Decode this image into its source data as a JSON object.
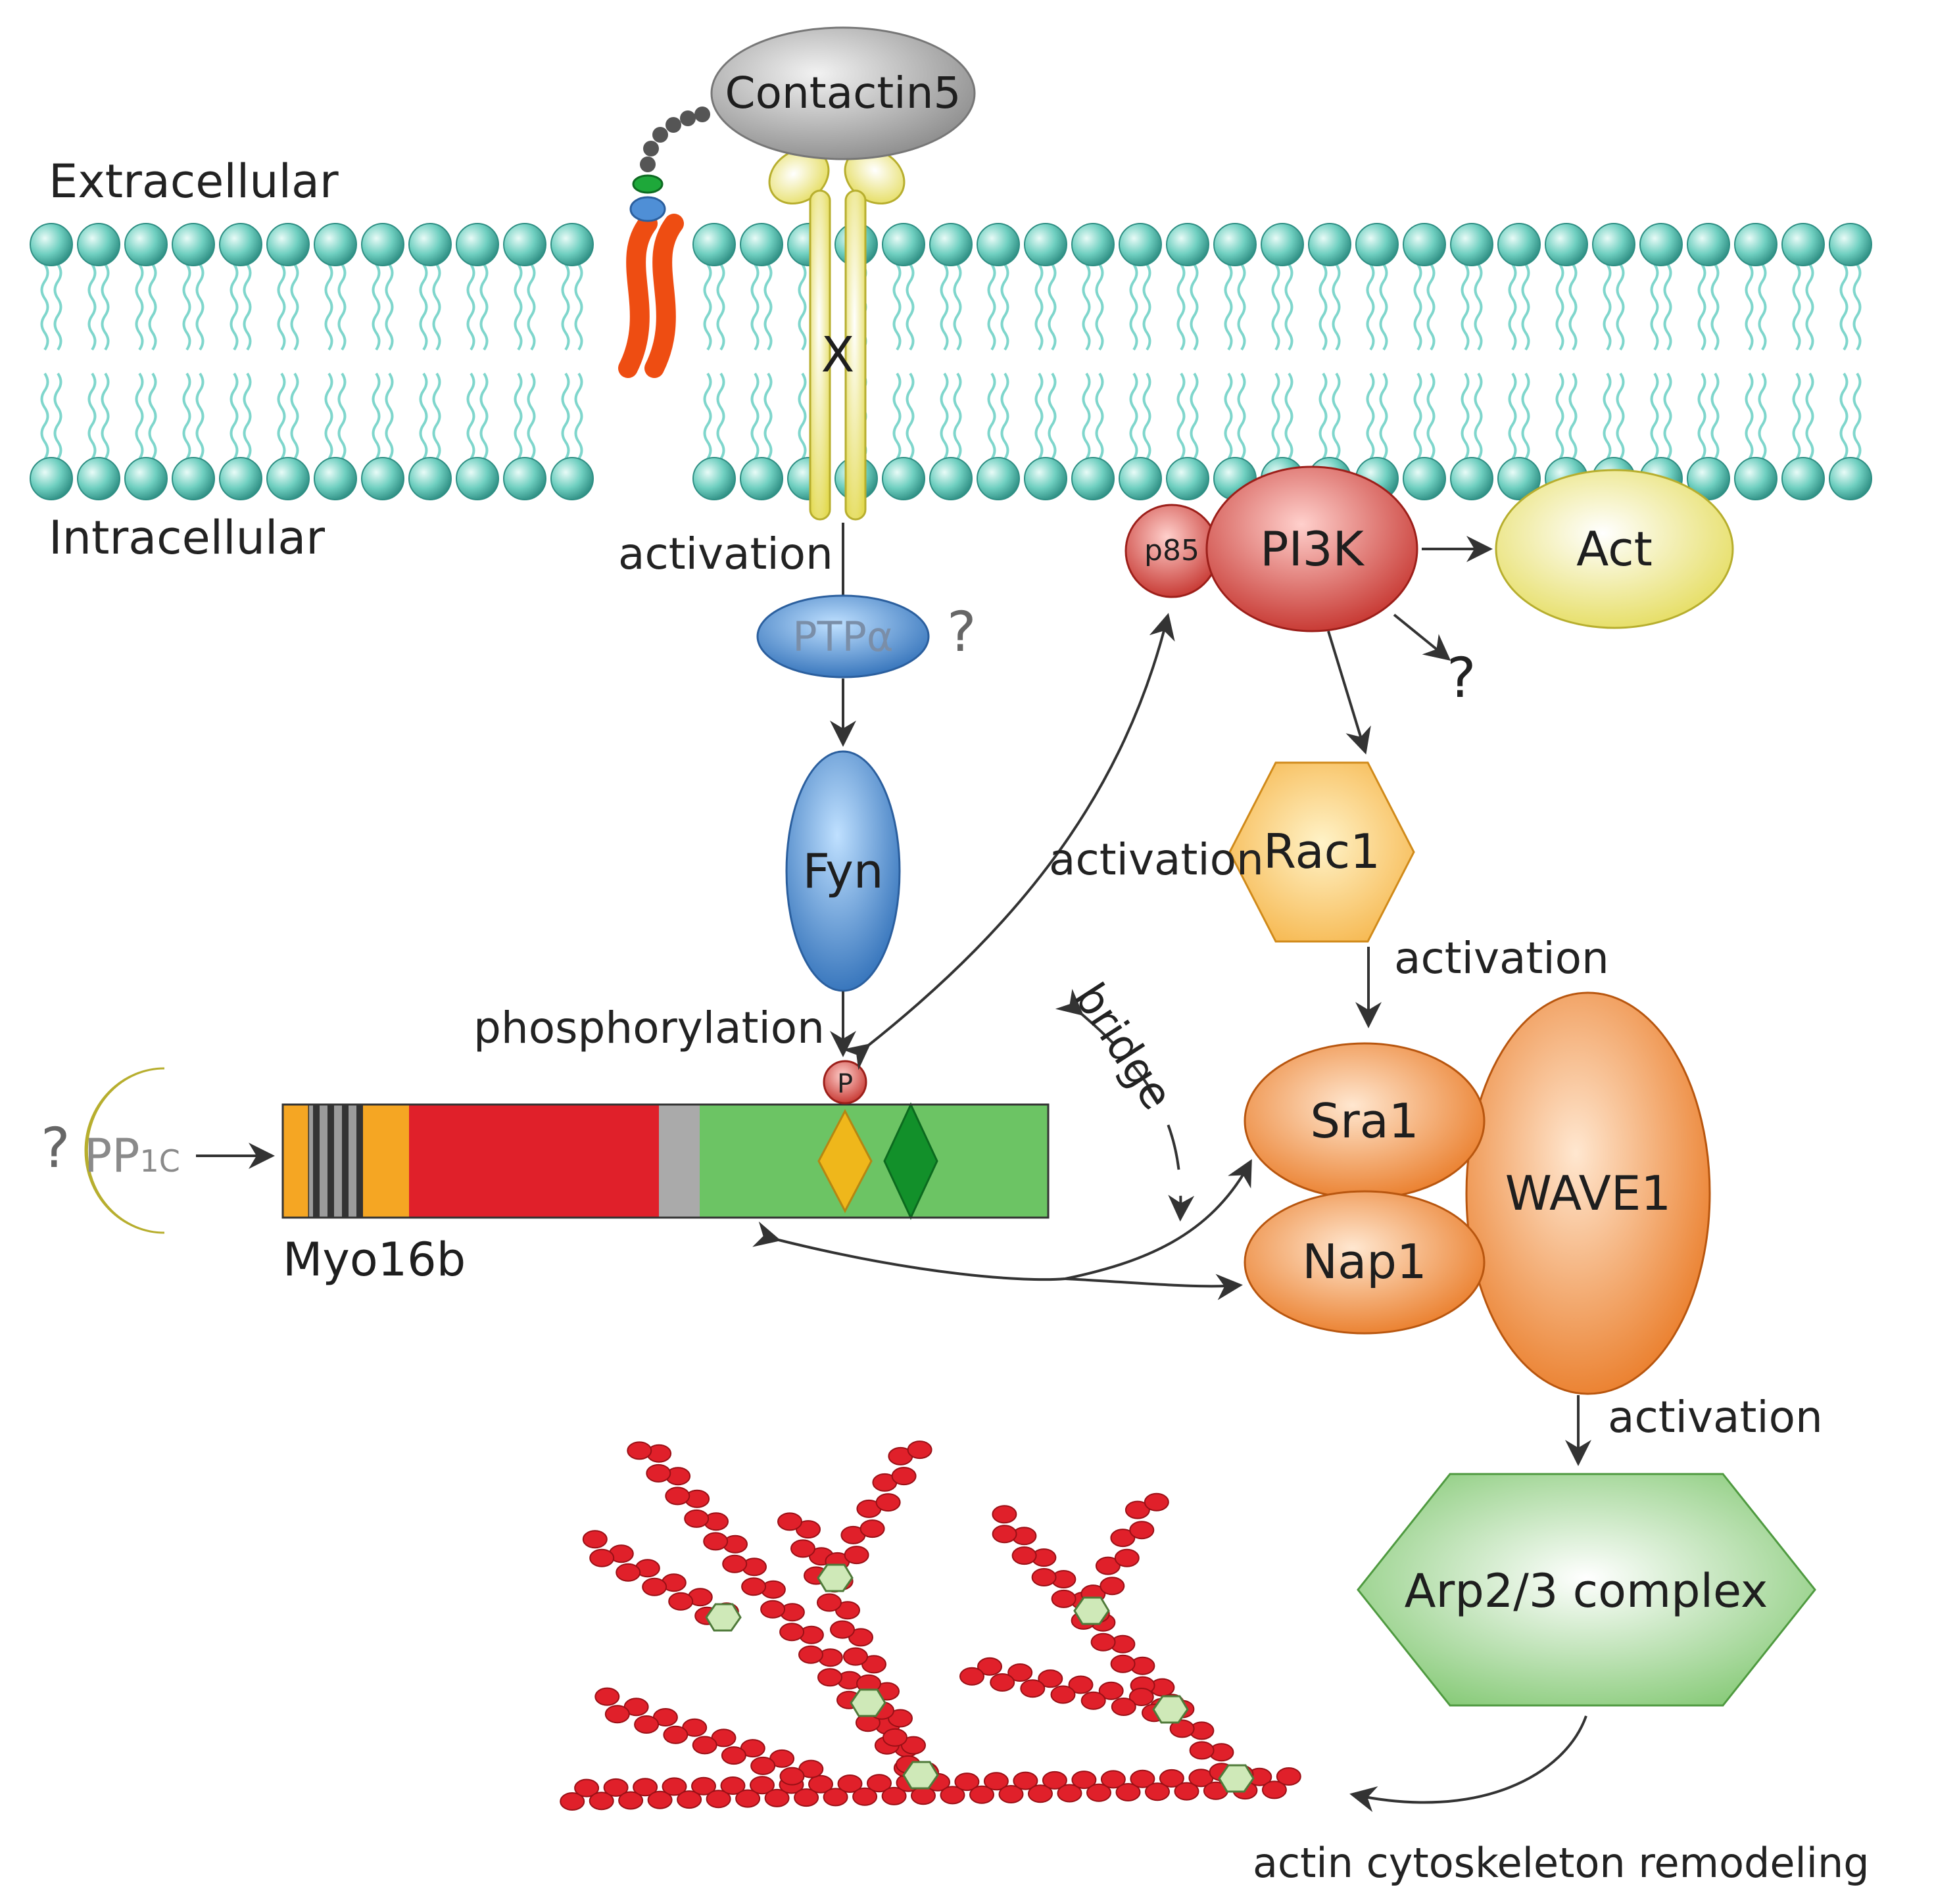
{
  "regions": {
    "extracellular": "Extracellular",
    "intracellular": "Intracellular"
  },
  "nodes": {
    "contactin5": "Contactin5",
    "receptor_x": "X",
    "ptpa": "PTPα",
    "fyn": "Fyn",
    "p85": "p85",
    "pi3k": "PI3K",
    "act": "Act",
    "rac1": "Rac1",
    "sra1": "Sra1",
    "nap1": "Nap1",
    "wave1": "WAVE1",
    "arp23": "Arp2/3 complex",
    "pp1c_main": "PP",
    "pp1c_sub": "1C",
    "myo16b": "Myo16b",
    "phospho_site": "P"
  },
  "edges": {
    "x_to_ptpa": "activation",
    "fyn_to_myo": "phosphorylation",
    "myo_pi3k": "activation",
    "rac1_to_sra1": "activation",
    "bridge": "bridge",
    "wave1_to_arp": "activation",
    "arp_result": "actin cytoskeleton remodeling"
  },
  "unknowns": {
    "ptpa_q": "?",
    "pi3k_q": "?",
    "pp1c_q": "?"
  },
  "colors": {
    "membrane_head": "#6fcfc0",
    "membrane_tail": "#7fd6cc",
    "pi3k_red": "#d9403a",
    "wave_orange": "#f07c1a",
    "arp_green": "#8fd07a",
    "actin_red": "#e0202a",
    "fyn_blue": "#3a86d0",
    "myo_green": "#6cc464",
    "myo_red": "#e0202a",
    "myo_orange": "#f5a623"
  }
}
